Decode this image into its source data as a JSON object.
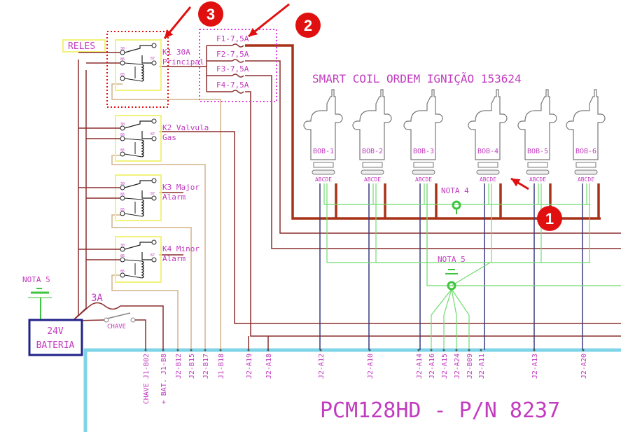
{
  "diagram": {
    "reles_label": "RELES",
    "relays": [
      {
        "name": "K1 30A",
        "desc": "Principal"
      },
      {
        "name": "K2 Valvula",
        "desc": "Gas"
      },
      {
        "name": "K3 Major",
        "desc": "Alarm"
      },
      {
        "name": "K4 Minor",
        "desc": "Alarm"
      }
    ],
    "relay_pins": {
      "p30": "30",
      "p86": "86",
      "p85": "85",
      "p87": "87"
    },
    "fuses": [
      "F1-7,5A",
      "F2-7,5A",
      "F3-7,5A",
      "F4-7,5A"
    ],
    "coil_title": "SMART COIL  ORDEM IGNIÇÃO 153624",
    "coils": [
      "BOB-1",
      "BOB-2",
      "BOB-3",
      "BOB-4",
      "BOB-5",
      "BOB-6"
    ],
    "coil_pins": "ABCDE",
    "notes": {
      "nota4": "NOTA 4",
      "nota5_center": "NOTA 5",
      "nota5_left": "NOTA 5"
    },
    "battery": {
      "voltage": "24V",
      "label": "BATERIA"
    },
    "fuse_3a": "3A",
    "switch_label": "CHAVE",
    "pcm": {
      "title": "PCM128HD - P/N 8237",
      "pins": [
        "CHAVE  J1-B02",
        "+ BAT.  J1-B8",
        "J2-B12",
        "J2-B15",
        "J2-B17",
        "J1-B18",
        "J2-A19",
        "J2-A18",
        "J2-A12",
        "J2-A10",
        "J2-A14",
        "J2-A16",
        "J2-A15",
        "J2-A24",
        "J2-B09",
        "J2-A11",
        "J2-A13",
        "J2-A20"
      ]
    },
    "callouts": [
      "1",
      "2",
      "3"
    ],
    "colors": {
      "text": "#c23cc0",
      "power_wire": "#8b2e2e",
      "highlight_wire": "#a83218",
      "relay_box": "#f2f27a",
      "signal_wire": "#d2b48c",
      "ground_wire": "#6fdc6f",
      "coil_wire": "#3a3a80",
      "pcm_border": "#7fd4e8",
      "callout": "#e01010"
    }
  }
}
